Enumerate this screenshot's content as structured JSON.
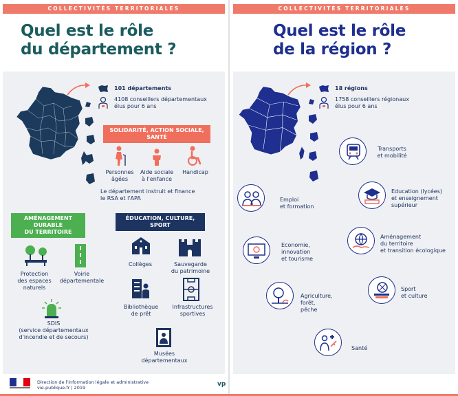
{
  "banner_left": "COLLECTIVITÉS TERRITORIALES",
  "banner_right": "COLLECTIVITÉS TERRITORIALES",
  "dept": {
    "title_line1": "Quel est le rôle",
    "title_line2": "du département ?",
    "count": "101 départements",
    "councillors_line1": "4108 conseillers départementaux",
    "councillors_line2": "élus pour 6 ans",
    "solidarity_line1": "SOLIDARITÉ, ACTION SOCIALE,",
    "solidarity_line2": "SANTÉ",
    "elderly_line1": "Personnes",
    "elderly_line2": "âgées",
    "child_line1": "Aide sociale",
    "child_line2": "à l'enfance",
    "handicap": "Handicap",
    "rsa_line1": "Le département instruit et finance",
    "rsa_line2": "le RSA et l'APA",
    "amenagement_line1": "AMÉNAGEMENT",
    "amenagement_line2": "DURABLE",
    "amenagement_line3": "DU TERRITOIRE",
    "protection_line1": "Protection",
    "protection_line2": "des espaces",
    "protection_line3": "naturels",
    "voirie_line1": "Voirie",
    "voirie_line2": "départementale",
    "education_line1": "ÉDUCATION, CULTURE,",
    "education_line2": "SPORT",
    "colleges": "Collèges",
    "sauvegarde_line1": "Sauvegarde",
    "sauvegarde_line2": "du patrimoine",
    "biblio_line1": "Bibliothèque",
    "biblio_line2": "de prêt",
    "infra_line1": "Infrastructures",
    "infra_line2": "sportives",
    "sdis_line1": "SDIS",
    "sdis_line2": "(service départementaux",
    "sdis_line3": "d'incendie et de secours)",
    "musees_line1": "Musées",
    "musees_line2": "départementaux"
  },
  "region": {
    "title_line1": "Quel est le rôle",
    "title_line2": "de la région ?",
    "count": "18 régions",
    "councillors_line1": "1758 conseillers régionaux",
    "councillors_line2": "élus pour 6 ans",
    "transports_line1": "Transports",
    "transports_line2": "et mobilité",
    "emploi_line1": "Emploi",
    "emploi_line2": "et formation",
    "education_line1": "Education (lycées)",
    "education_line2": "et enseignement",
    "education_line3": "supérieur",
    "economie_line1": "Economie,",
    "economie_line2": "innovation",
    "economie_line3": "et tourisme",
    "amenagement_line1": "Aménagement",
    "amenagement_line2": "du territoire",
    "amenagement_line3": "et transition écologique",
    "agriculture_line1": "Agriculture,",
    "agriculture_line2": "forêt,",
    "agriculture_line3": "pêche",
    "sport_line1": "Sport",
    "sport_line2": "et culture",
    "sante": "Santé"
  },
  "footer": {
    "line1": "Direction de l'information légale et administrative",
    "line2": "vie-publique.fr | 2019",
    "logo": "vp"
  },
  "colors": {
    "teal_title": "#1b5c5e",
    "navy_title": "#1e2f8f",
    "coral": "#f06f5c",
    "green": "#4caf50",
    "navy": "#1d3461",
    "map_dept": "#1b3a5c",
    "map_region": "#1e2f8f"
  }
}
